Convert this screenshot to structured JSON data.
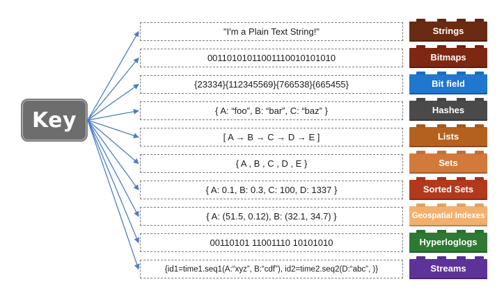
{
  "key_label": "Key",
  "rows": [
    {
      "value": "\"I'm a Plain Text String!\"",
      "type": "Strings",
      "color": "#6b2a12"
    },
    {
      "value": "00110101011001110010101010",
      "type": "Bitmaps",
      "color": "#7e2712"
    },
    {
      "value": "{23334}{112345569}{766538}{665455}",
      "type": "Bit field",
      "color": "#1f77d0"
    },
    {
      "value": "{ A: “foo”, B: “bar”, C: “baz” }",
      "type": "Hashes",
      "color": "#4a4a4a"
    },
    {
      "value": "[ A → B → C → D → E ]",
      "type": "Lists",
      "color": "#b5611e"
    },
    {
      "value": "{ A , B , C , D , E }",
      "type": "Sets",
      "color": "#d27a3b"
    },
    {
      "value": "{ A: 0.1, B: 0.3, C: 100, D: 1337 }",
      "type": "Sorted Sets",
      "color": "#b2391c"
    },
    {
      "value": "{ A: (51.5, 0.12), B: (32.1, 34.7) }",
      "type": "Geospatial Indexes",
      "color": "#f2b06e"
    },
    {
      "value": "00110101 11001110 10101010",
      "type": "Hyperloglogs",
      "color": "#2e7a33"
    },
    {
      "value": "{id1=time1.seq1(A:“xyz”, B:“cdf”), id2=time2.seq2(D:“abc”, )}",
      "type": "Streams",
      "color": "#5e3399"
    }
  ],
  "arrow_color": "#4a7ec4"
}
